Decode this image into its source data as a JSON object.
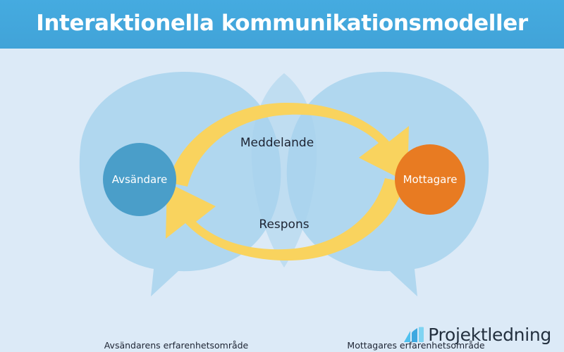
{
  "header": {
    "title": "Interaktionella kommunikationsmodeller"
  },
  "diagram": {
    "sender": {
      "label": "Avsändare",
      "caption": "Avsändarens erfarenhetsområde",
      "color": "#4a9ec9"
    },
    "receiver": {
      "label": "Mottagare",
      "caption": "Mottagares erfarenhetsområde",
      "color": "#e87b22"
    },
    "flows": [
      {
        "name": "message",
        "label": "Meddelande",
        "direction": "sender-to-receiver",
        "color": "#f9d35e"
      },
      {
        "name": "response",
        "label": "Respons",
        "direction": "receiver-to-sender",
        "color": "#f9d35e"
      }
    ],
    "bubble_color": "#b0d7ef",
    "background_color": "#dceaf7",
    "header_color": "#43a6dc"
  },
  "brand": {
    "name": "Projektledning",
    "icon": "bar-chart-icon",
    "icon_colors": [
      "#5bc8f0",
      "#49a8dd",
      "#7fd4f2"
    ]
  }
}
